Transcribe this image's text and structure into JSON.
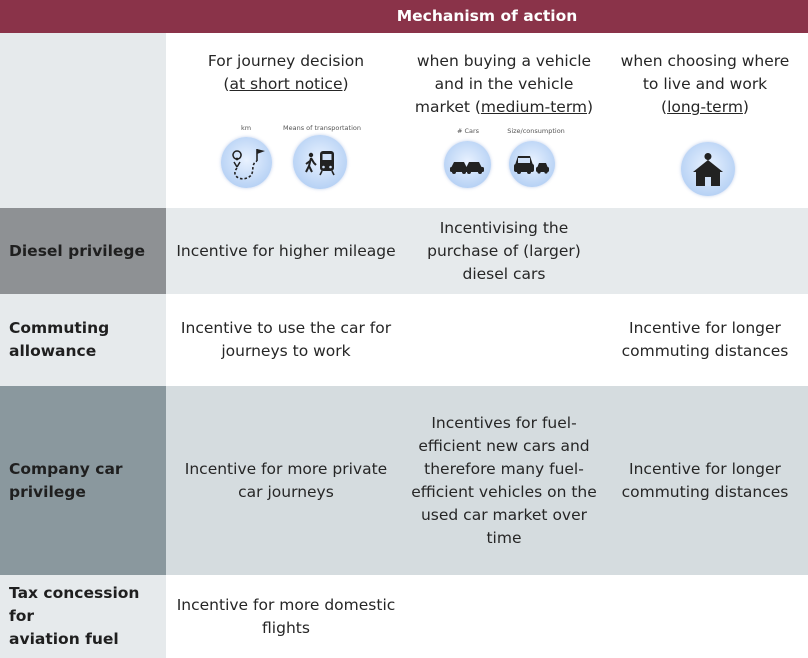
{
  "header": {
    "title": "Mechanism of action"
  },
  "columns": [
    {
      "line1": "For journey decision",
      "line2_prefix": "(",
      "line2_underlined": "at short notice",
      "line2_suffix": ")"
    },
    {
      "line1": "when buying a vehicle",
      "line2": "and in the vehicle",
      "line3_prefix": "market (",
      "line3_underlined": "medium-term",
      "line3_suffix": ")"
    },
    {
      "line1": "when choosing where",
      "line2": "to live and work",
      "line3_prefix": "(",
      "line3_underlined": "long-term",
      "line3_suffix": ")"
    }
  ],
  "icons": {
    "km_caption": "km",
    "means_caption": "Means of transportation",
    "cars_caption": "# Cars",
    "size_caption": "Size/consumption"
  },
  "rows": [
    {
      "label": "Diesel privilege",
      "c1": "Incentive for higher mileage",
      "c2": [
        "Incentivising the",
        "purchase of (larger)",
        "diesel cars"
      ],
      "c3": ""
    },
    {
      "label": [
        "Commuting",
        "allowance"
      ],
      "c1": [
        "Incentive to use the car for",
        "journeys to work"
      ],
      "c2": "",
      "c3": [
        "Incentive for longer",
        "commuting distances"
      ]
    },
    {
      "label": [
        "Company car",
        "privilege"
      ],
      "c1": [
        "Incentive for more private",
        "car journeys"
      ],
      "c2": [
        "Incentives for fuel-",
        "efficient new cars and",
        "therefore many fuel-",
        "efficient vehicles on the",
        "used car market over",
        "time"
      ],
      "c3": [
        "Incentive for longer",
        "commuting distances"
      ]
    },
    {
      "label": [
        "Tax concession for",
        "aviation fuel"
      ],
      "c1": [
        "Incentive for more domestic",
        "flights"
      ],
      "c2": "",
      "c3": ""
    }
  ],
  "colors": {
    "header_bg": "#8a3349",
    "row_bg_light": "#e6eaec",
    "diesel_label_bg": "#8e9194",
    "company_label_bg": "#8a989e",
    "company_row_bg": "#d5dcdf"
  }
}
